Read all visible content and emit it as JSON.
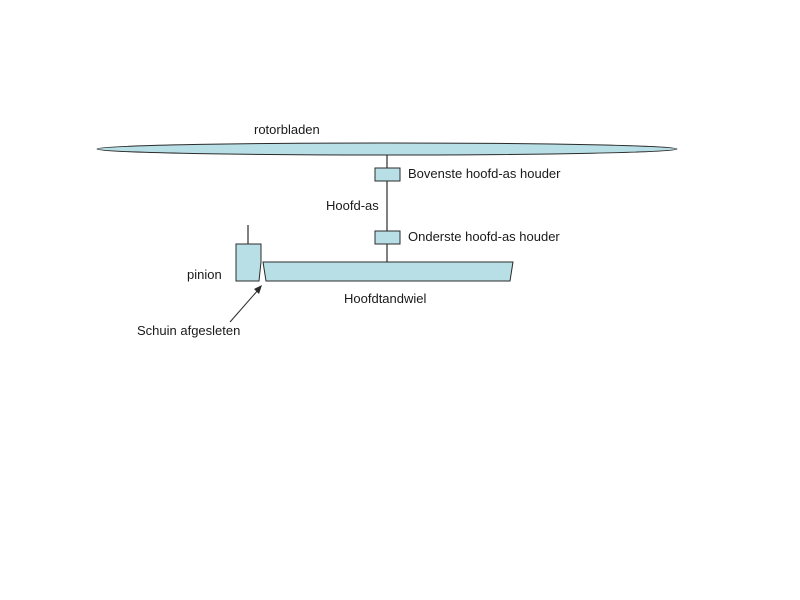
{
  "labels": {
    "rotor_blades": "rotorbladen",
    "upper_holder": "Bovenste hoofd-as houder",
    "main_shaft": "Hoofd-as",
    "lower_holder": "Onderste hoofd-as houder",
    "pinion": "pinion",
    "main_gear": "Hoofdtandwiel",
    "bevel_worn": "Schuin afgesleten"
  },
  "colors": {
    "part_fill": "#b9dfe6",
    "stroke": "#2b2b2b",
    "text": "#1a1a1a"
  }
}
